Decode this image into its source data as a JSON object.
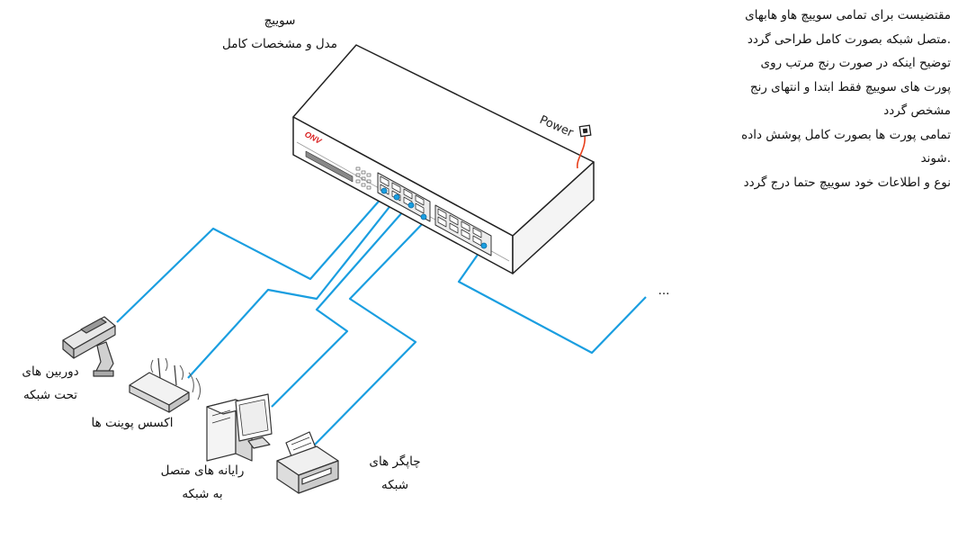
{
  "switch_label": {
    "line1": "سوییچ",
    "line2": "مدل و مشخصات کامل"
  },
  "power_label": "Power",
  "brand_logo": "ONV",
  "devices": {
    "camera": {
      "line1": "دوربین های",
      "line2": "تحت شبکه"
    },
    "access_point": {
      "line1": "اکسس پوینت ها"
    },
    "computer": {
      "line1": "رایانه های متصل",
      "line2": "به شبکه"
    },
    "printer": {
      "line1": "چاپگر های",
      "line2": "شبکه"
    }
  },
  "ellipsis": "...",
  "notes": [
    "مقتضیست برای تمامی سوییچ هاو هابهای",
    ".متصل شبکه بصورت کامل طراحی گردد",
    "توضیح اینکه در صورت رنج مرتب روی",
    "پورت های سوییچ فقط ابتدا و انتهای رنج",
    "مشخص گردد",
    "تمامی پورت ها بصورت کامل پوشش داده",
    ".شوند",
    "نوع و اطلاعات خود سوییچ حتما درج گردد"
  ],
  "colors": {
    "cable": "#1a9ee0",
    "power_cable": "#e8401c",
    "outline": "#222222",
    "logo": "#d81e1e"
  }
}
